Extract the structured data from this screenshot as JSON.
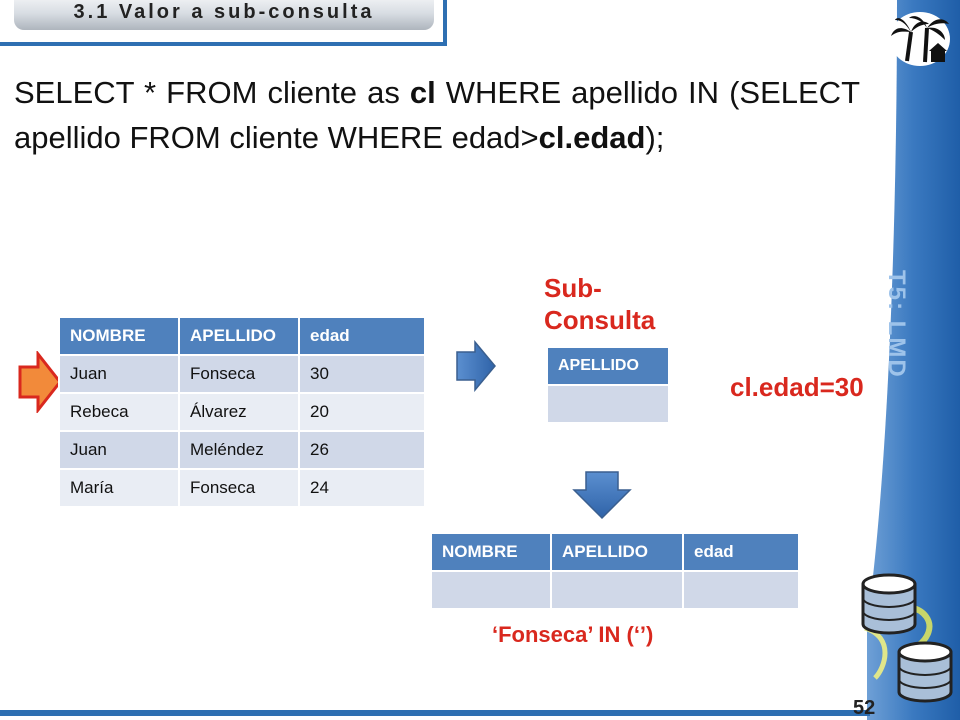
{
  "slide_title": "3.1 Valor a sub-consulta",
  "side_label": "T5: LMD",
  "page_number": "52",
  "sql": {
    "p1": "SELECT * FROM cliente as ",
    "b1": "cl",
    "p2": " WHERE apellido IN (SELECT apellido FROM cliente WHERE edad>",
    "b2": "cl.edad",
    "p3": ");"
  },
  "main_table": {
    "headers": [
      "NOMBRE",
      "APELLIDO",
      "edad"
    ],
    "rows": [
      [
        "Juan",
        "Fonseca",
        "30"
      ],
      [
        "Rebeca",
        "Álvarez",
        "20"
      ],
      [
        "Juan",
        "Meléndez",
        "26"
      ],
      [
        "María",
        "Fonseca",
        "24"
      ]
    ]
  },
  "subquery": {
    "title_line1": "Sub-",
    "title_line2": "Consulta",
    "header": "APELLIDO",
    "cell": ""
  },
  "condition": "cl.edad=30",
  "result_table": {
    "headers": [
      "NOMBRE",
      "APELLIDO",
      "edad"
    ],
    "cells": [
      "",
      "",
      ""
    ]
  },
  "in_expression": "‘Fonseca’ IN (‘’)",
  "colors": {
    "accent": "#2e6fb2",
    "header_blue": "#4f81bd",
    "red": "#d9281e",
    "pointer_orange": "#f28a3a"
  },
  "icons": {
    "top_right": "palm-tree-icon",
    "bottom_right": "database-icon",
    "pointer": "right-arrow-icon"
  }
}
